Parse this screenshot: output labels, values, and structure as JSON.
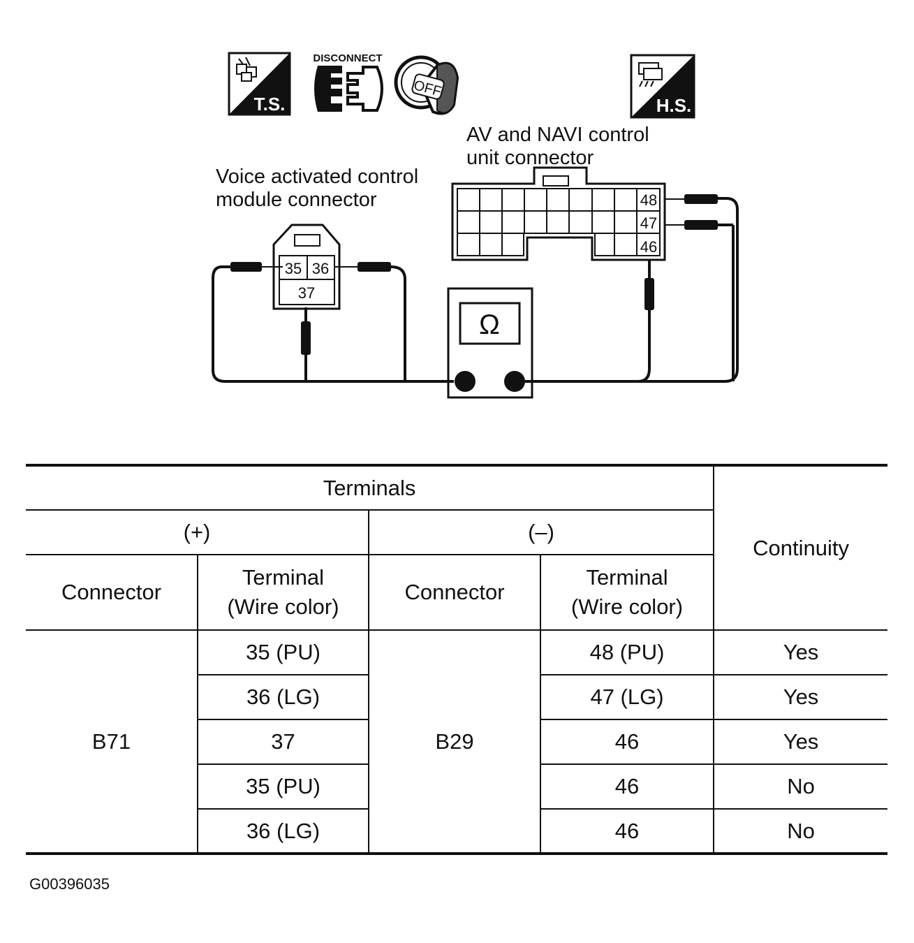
{
  "badges": {
    "ts": "T.S.",
    "hs": "H.S.",
    "disconnect": "DISCONNECT",
    "off": "OFF"
  },
  "diagram": {
    "vacm_label_line1": "Voice activated control",
    "vacm_label_line2": "module connector",
    "av_label_line1": "AV and NAVI control",
    "av_label_line2": "unit connector",
    "vacm_pins": [
      "35",
      "36",
      "37"
    ],
    "av_pins": [
      "48",
      "47",
      "46"
    ],
    "meter_symbol": "Ω"
  },
  "table": {
    "terminals_header": "Terminals",
    "plus_header": "(+)",
    "minus_header": "(–)",
    "continuity_header": "Continuity",
    "connector_header": "Connector",
    "terminal_header_line1": "Terminal",
    "terminal_header_line2": "(Wire color)",
    "plus_connector": "B71",
    "minus_connector": "B29",
    "rows": [
      {
        "plus_terminal": "35 (PU)",
        "minus_terminal": "48 (PU)",
        "continuity": "Yes"
      },
      {
        "plus_terminal": "36 (LG)",
        "minus_terminal": "47 (LG)",
        "continuity": "Yes"
      },
      {
        "plus_terminal": "37",
        "minus_terminal": "46",
        "continuity": "Yes"
      },
      {
        "plus_terminal": "35 (PU)",
        "minus_terminal": "46",
        "continuity": "No"
      },
      {
        "plus_terminal": "36 (LG)",
        "minus_terminal": "46",
        "continuity": "No"
      }
    ]
  },
  "figure_id": "G00396035"
}
